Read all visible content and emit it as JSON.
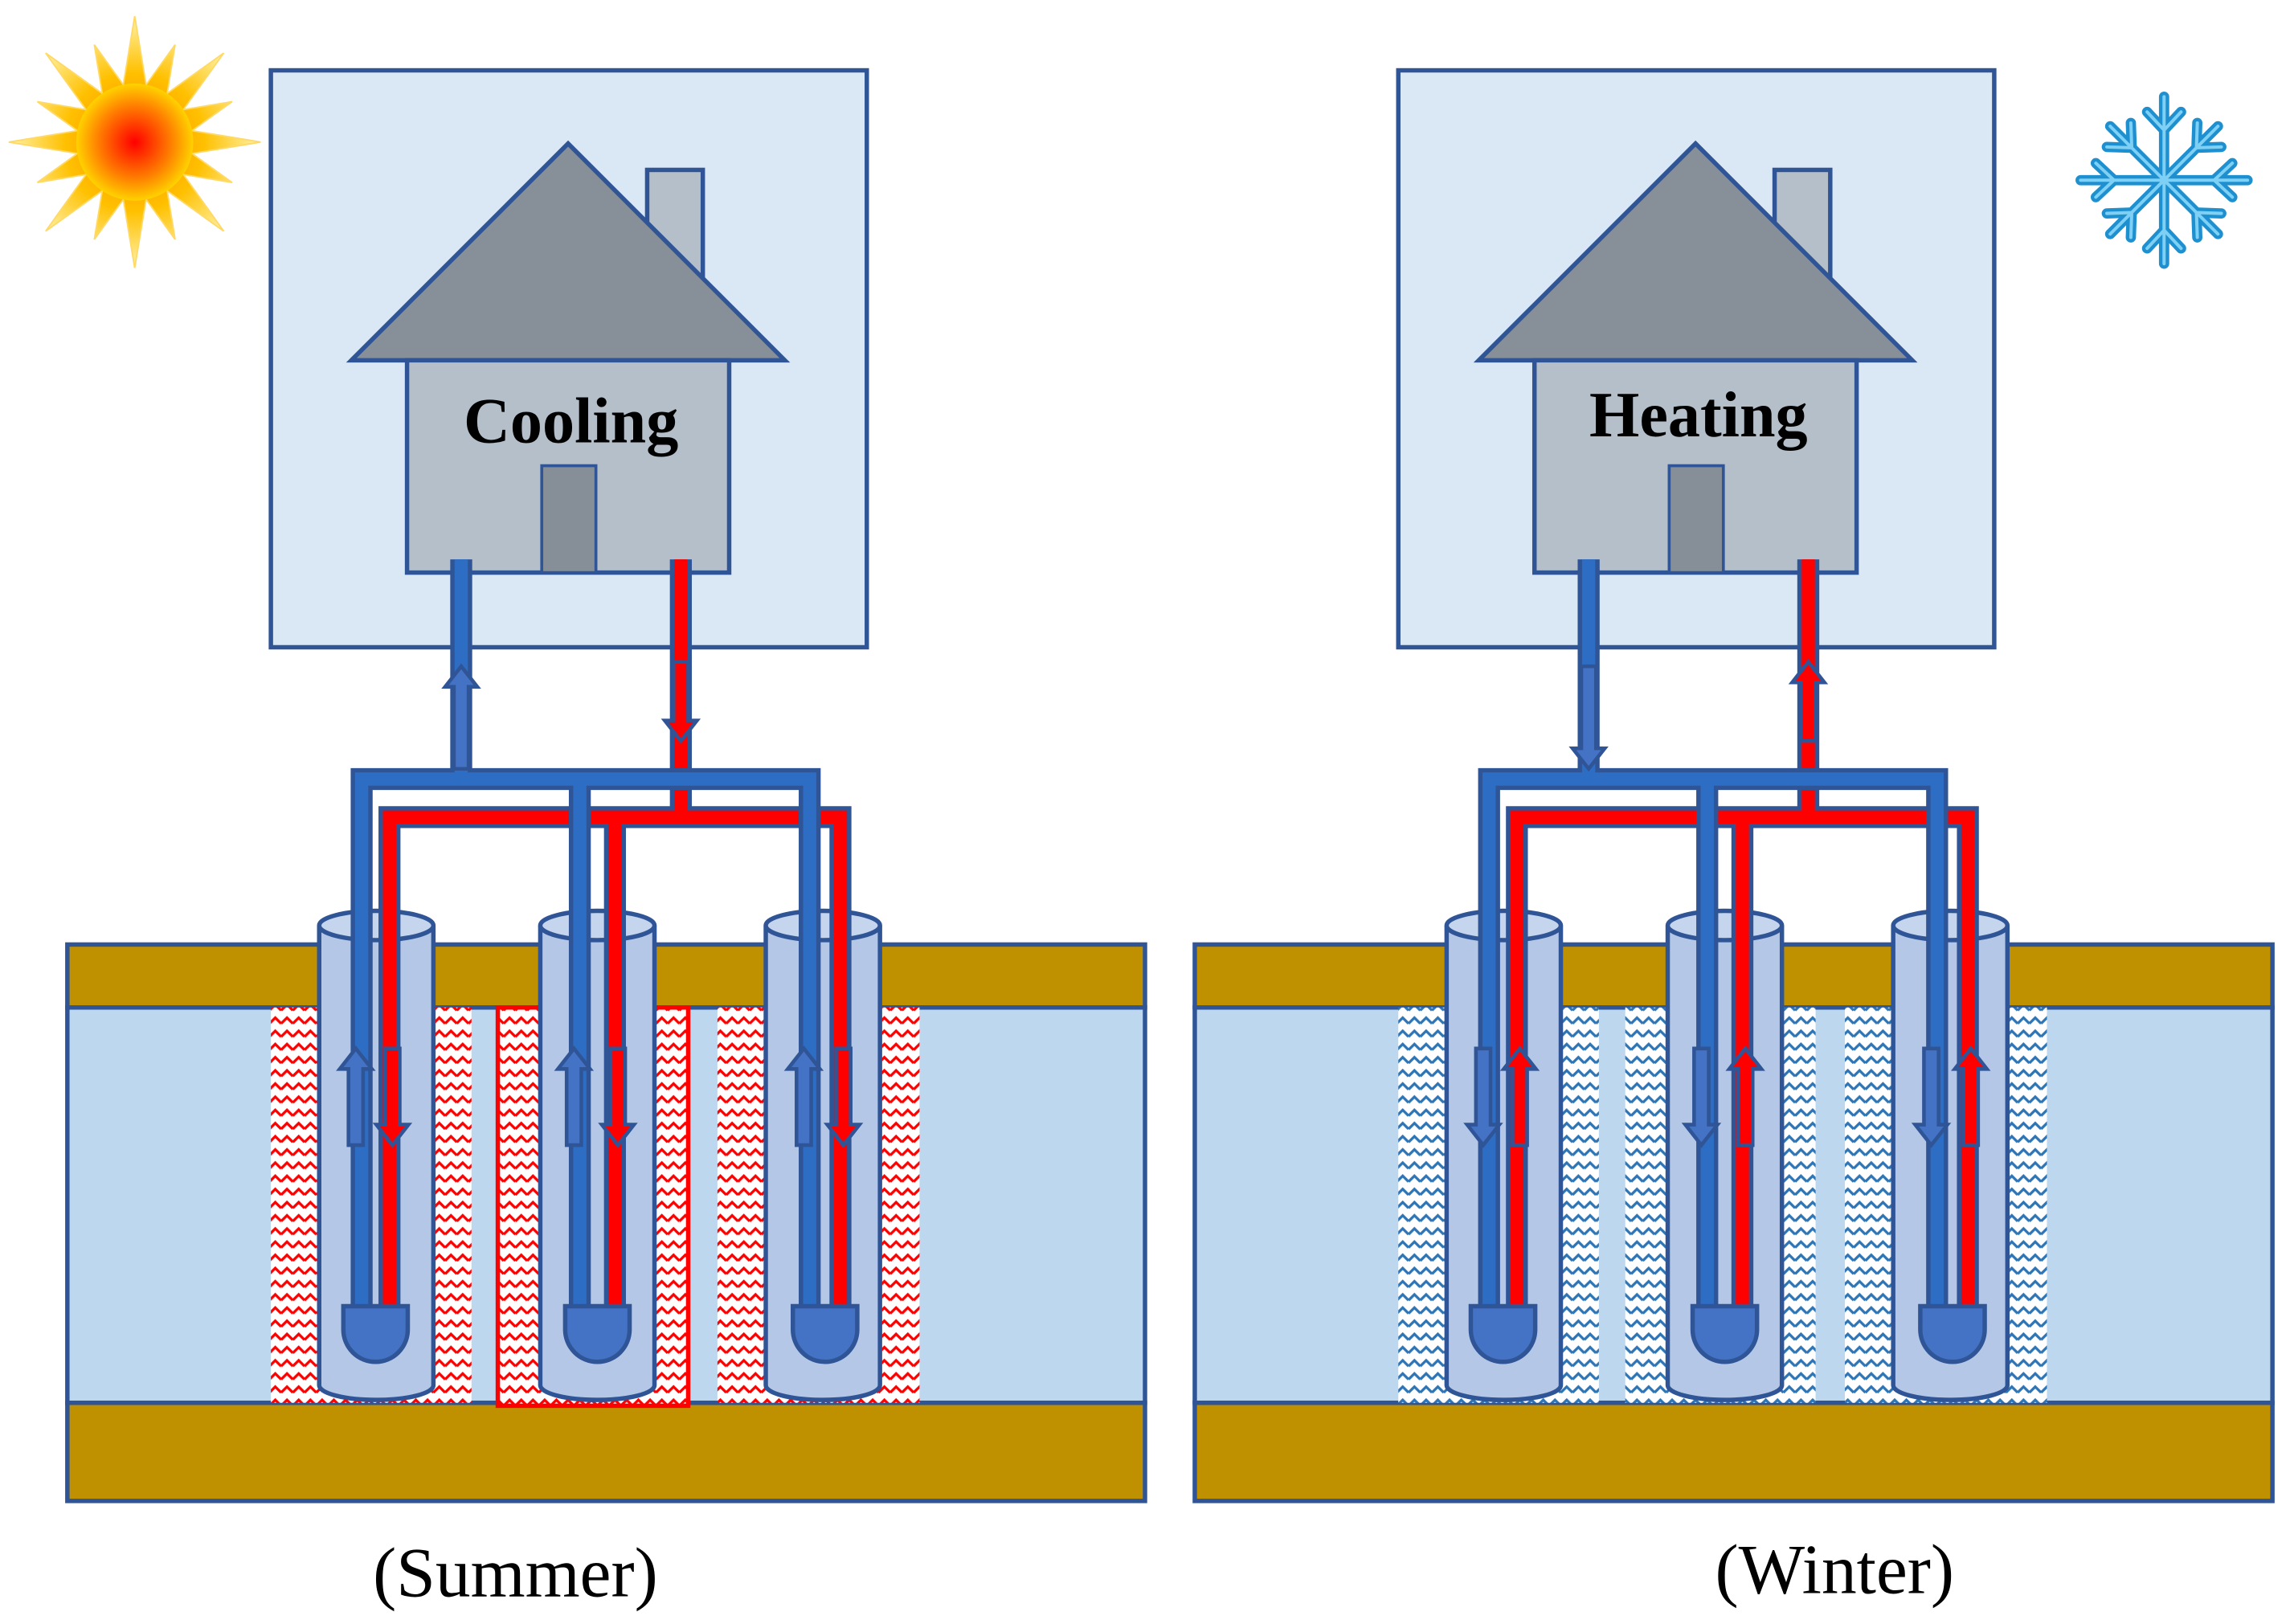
{
  "panels": [
    {
      "season_icon": "sun-icon",
      "house_label": "Cooling",
      "caption": "(Summer)",
      "hatch_color": "#ff0000",
      "middle_zone_border": "#ff0000",
      "riser_arrows": {
        "blue_pipe": "arrow-up-icon",
        "red_pipe": "arrow-down-icon"
      },
      "borehole_arrows": {
        "blue_leg": "arrow-up-icon",
        "red_leg": "arrow-down-icon"
      }
    },
    {
      "season_icon": "snowflake-icon",
      "house_label": "Heating",
      "caption": "(Winter)",
      "hatch_color": "#2e75b6",
      "middle_zone_border": null,
      "riser_arrows": {
        "blue_pipe": "arrow-down-icon",
        "red_pipe": "arrow-up-icon"
      },
      "borehole_arrows": {
        "blue_leg": "arrow-down-icon",
        "red_leg": "arrow-up-icon"
      }
    }
  ],
  "colors": {
    "frame_stroke": "#2f5597",
    "building_bg": "#dae7f4",
    "house_body": "#b4bfca",
    "roof": "#878f99",
    "door": "#868f98",
    "soil": "#bf9000",
    "aquifer": "#bdd7ee",
    "borehole": "#b4c7e7",
    "hot_pipe": "#ff0000",
    "cold_pipe": "#2e6dc4",
    "arrow_fill": "#4472c4",
    "sun_core": "#ff2000",
    "snowflake": "#1e90d0"
  }
}
